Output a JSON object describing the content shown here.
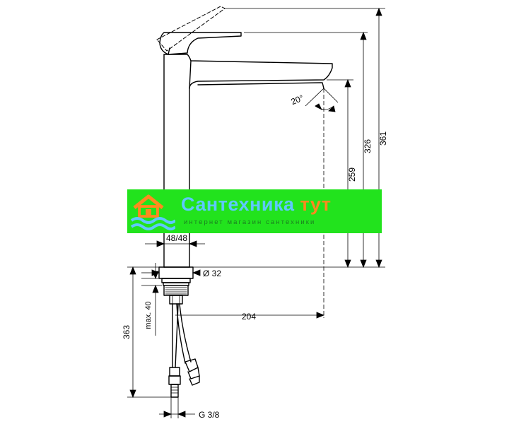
{
  "dimensions": {
    "spout_angle": "20°",
    "spout_height": "259",
    "body_height": "326",
    "overall_height": "361",
    "base_width": "48/48",
    "hole_diameter": "Ø 32",
    "projection": "204",
    "max_counter": "max. 40",
    "hose_length": "363",
    "connection": "G 3/8"
  },
  "watermark": {
    "title_main": "Сантехника",
    "title_accent": " тут",
    "subtitle": "интернет магазин сантехники",
    "colors": {
      "background": "#22e31d",
      "title": "#5fc8ff",
      "accent": "#ff8a1e",
      "subtitle": "#1b7f20"
    }
  }
}
